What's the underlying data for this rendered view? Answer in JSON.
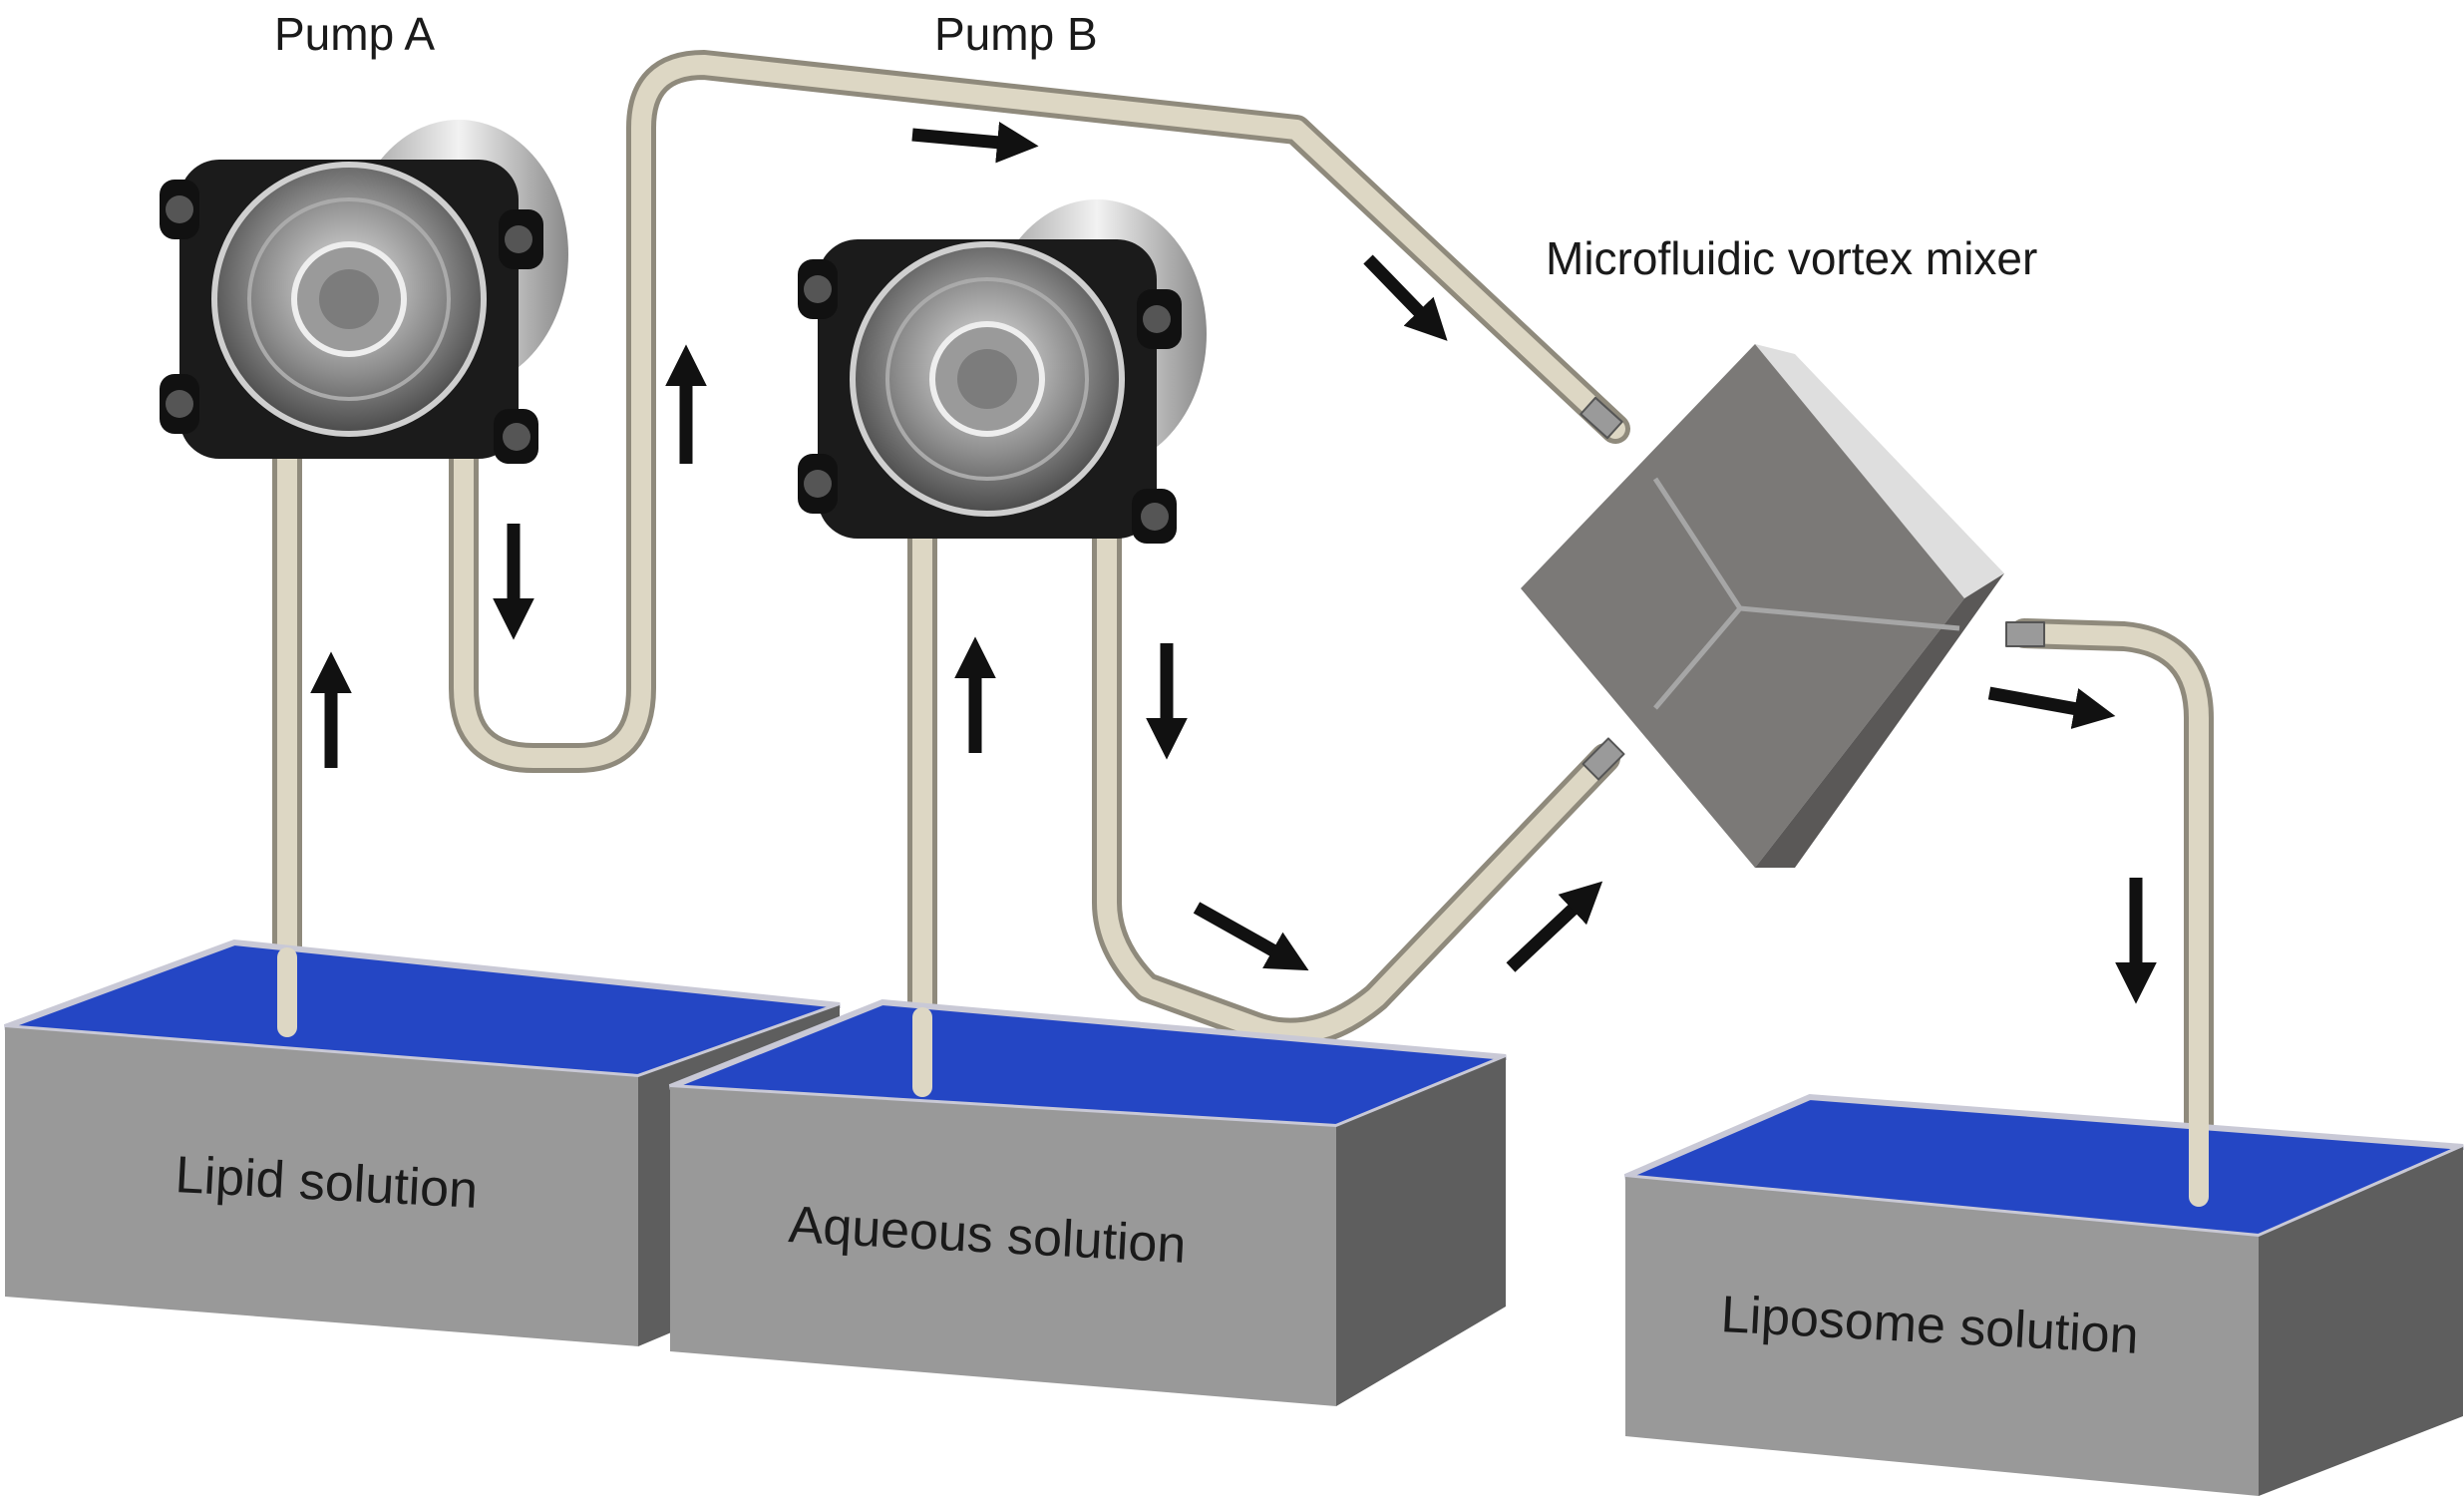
{
  "labels": {
    "pump_a": "Pump A",
    "pump_b": "Pump B",
    "mixer": "Microfluidic vortex mixer",
    "lipid": "Lipid solution",
    "aqueous": "Aqueous solution",
    "liposome": "Liposome solution"
  },
  "colors": {
    "liquid": "#2446c4",
    "tank_front": "#999999",
    "tank_side": "#5e5e5e",
    "tubing": "#d8d2bf",
    "mixer": "#7a7876",
    "pump_body": "#1a1a1a"
  },
  "icons": {
    "flow_arrow": "arrow",
    "pump": "peristaltic-pump"
  }
}
